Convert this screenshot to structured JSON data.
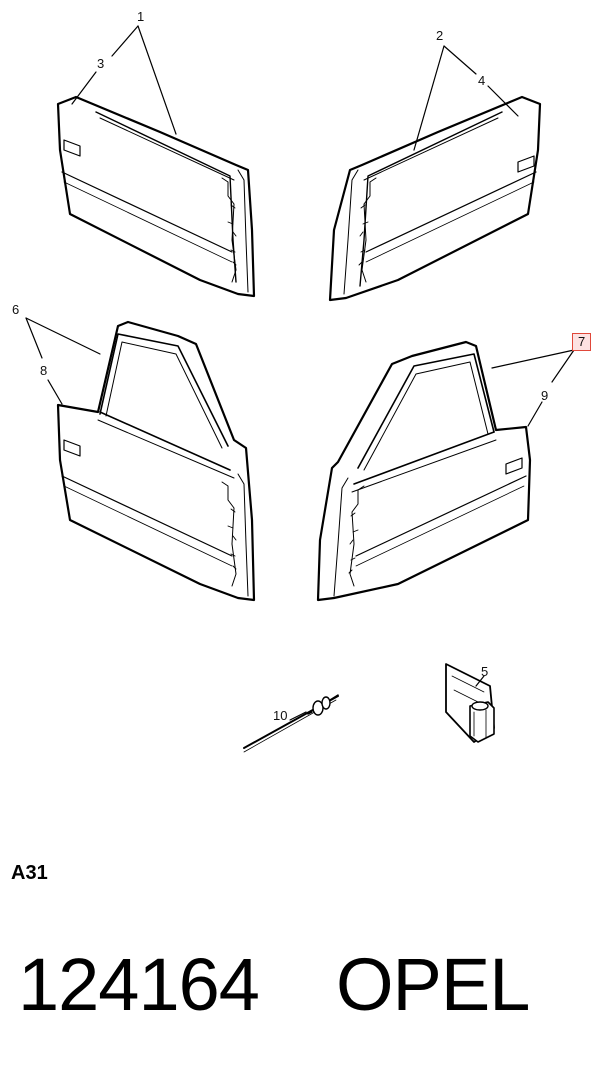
{
  "diagram": {
    "callouts": [
      "1",
      "2",
      "3",
      "4",
      "5",
      "6",
      "7",
      "8",
      "9",
      "10"
    ],
    "highlighted_callout": "7",
    "highlight_color": "#e0483a",
    "highlight_fill": "#fde2e2"
  },
  "footer": {
    "diagram_code": "A31",
    "part_number": "124164",
    "brand": "OPEL"
  }
}
